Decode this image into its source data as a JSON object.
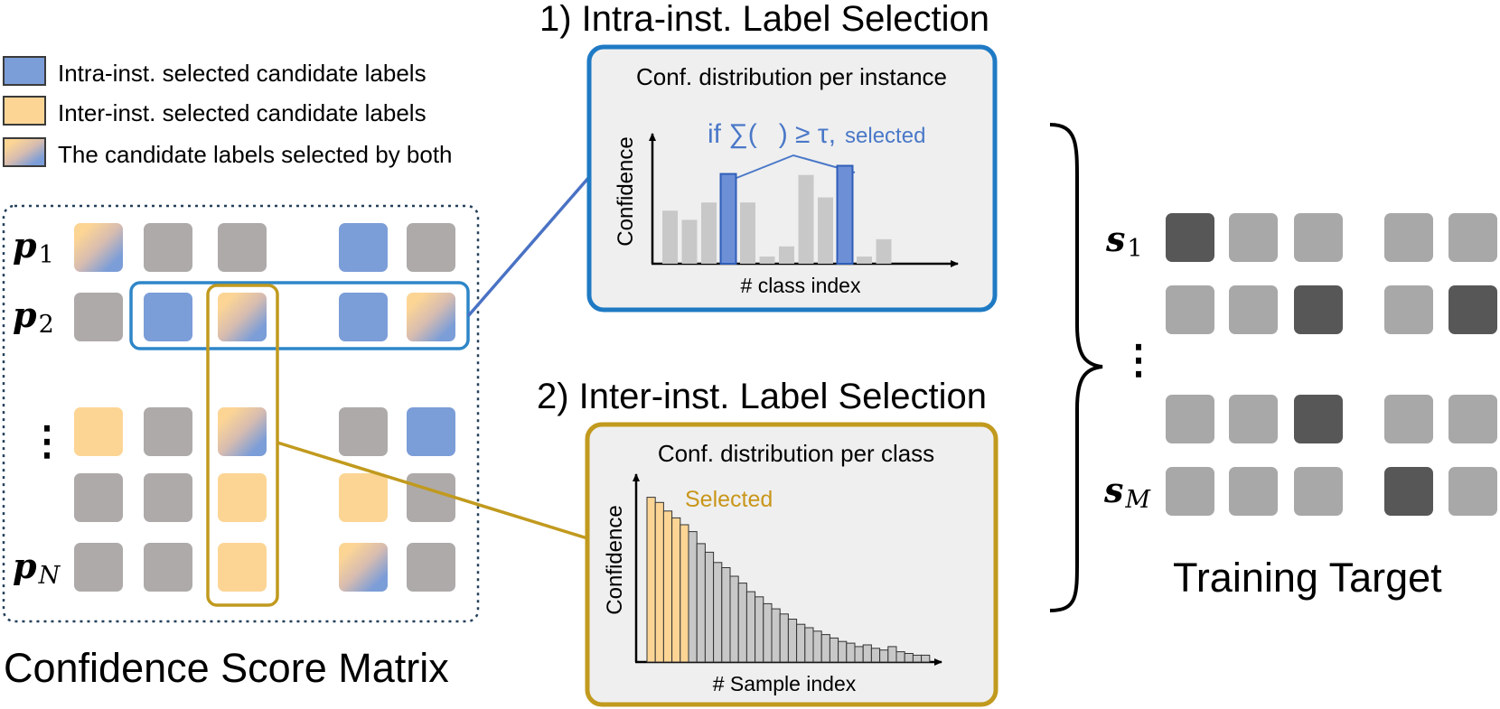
{
  "colors": {
    "blue": "#7b9dd8",
    "orange": "#fcd595",
    "gray": "#aeaaaa",
    "dark": "#575757",
    "light": "#a8a8a8",
    "blueFrame": "#2e86c8",
    "gold": "#c19a1e",
    "panelBg": "#efefef",
    "barGray": "#c8c8c8",
    "barBlue": "#6d8fd6",
    "selectedText": "#c9961a",
    "exprText": "#4a78c8"
  },
  "legend": [
    {
      "type": "blue",
      "label": "Intra-inst. selected candidate labels"
    },
    {
      "type": "orange",
      "label": "Inter-inst. selected candidate labels"
    },
    {
      "type": "mix",
      "label": "The candidate labels selected by both"
    }
  ],
  "matrix": {
    "title": "Confidence Score Matrix",
    "row_labels": [
      {
        "base": "p",
        "sub": "1"
      },
      {
        "base": "p",
        "sub": "2"
      },
      {
        "dots": "⋮"
      },
      {
        "base": "p",
        "sub": "N"
      }
    ],
    "cells": [
      [
        "mix",
        "gray",
        "gray",
        "blue",
        "gray"
      ],
      [
        "gray",
        "blue",
        "mix",
        "blue",
        "mix"
      ],
      [
        "orange",
        "gray",
        "mix",
        "gray",
        "blue"
      ],
      [
        "gray",
        "gray",
        "orange",
        "orange",
        "gray"
      ],
      [
        "gray",
        "gray",
        "orange",
        "mix",
        "gray"
      ]
    ]
  },
  "intra": {
    "heading": "1) Intra-inst. Label Selection",
    "panel_title": "Conf. distribution per instance",
    "expr_prefix": "if ∑(",
    "expr_suffix": ") ≥ τ,",
    "expr_selected": "selected",
    "ylabel": "Confidence",
    "xlabel": "# class index",
    "bars": [
      {
        "v": 0.52,
        "sel": false
      },
      {
        "v": 0.43,
        "sel": false
      },
      {
        "v": 0.6,
        "sel": false
      },
      {
        "v": 0.88,
        "sel": true
      },
      {
        "v": 0.6,
        "sel": false
      },
      {
        "v": 0.07,
        "sel": false
      },
      {
        "v": 0.17,
        "sel": false
      },
      {
        "v": 0.87,
        "sel": false
      },
      {
        "v": 0.65,
        "sel": false
      },
      {
        "v": 0.96,
        "sel": true
      },
      {
        "v": 0.07,
        "sel": false
      },
      {
        "v": 0.24,
        "sel": false
      }
    ]
  },
  "inter": {
    "heading": "2) Inter-inst. Label Selection",
    "panel_title": "Conf. distribution per class",
    "selected_label": "Selected",
    "ylabel": "Confidence",
    "xlabel": "# Sample index",
    "bars": [
      {
        "v": 0.96,
        "sel": true
      },
      {
        "v": 0.93,
        "sel": true
      },
      {
        "v": 0.88,
        "sel": true
      },
      {
        "v": 0.84,
        "sel": true
      },
      {
        "v": 0.8,
        "sel": true
      },
      {
        "v": 0.76,
        "sel": false
      },
      {
        "v": 0.69,
        "sel": false
      },
      {
        "v": 0.64,
        "sel": false
      },
      {
        "v": 0.58,
        "sel": false
      },
      {
        "v": 0.55,
        "sel": false
      },
      {
        "v": 0.5,
        "sel": false
      },
      {
        "v": 0.46,
        "sel": false
      },
      {
        "v": 0.41,
        "sel": false
      },
      {
        "v": 0.38,
        "sel": false
      },
      {
        "v": 0.34,
        "sel": false
      },
      {
        "v": 0.31,
        "sel": false
      },
      {
        "v": 0.28,
        "sel": false
      },
      {
        "v": 0.25,
        "sel": false
      },
      {
        "v": 0.22,
        "sel": false
      },
      {
        "v": 0.2,
        "sel": false
      },
      {
        "v": 0.18,
        "sel": false
      },
      {
        "v": 0.16,
        "sel": false
      },
      {
        "v": 0.14,
        "sel": false
      },
      {
        "v": 0.12,
        "sel": false
      },
      {
        "v": 0.11,
        "sel": false
      },
      {
        "v": 0.09,
        "sel": false
      },
      {
        "v": 0.1,
        "sel": false
      },
      {
        "v": 0.08,
        "sel": false
      },
      {
        "v": 0.07,
        "sel": false
      },
      {
        "v": 0.09,
        "sel": false
      },
      {
        "v": 0.06,
        "sel": false
      },
      {
        "v": 0.05,
        "sel": false
      },
      {
        "v": 0.04,
        "sel": false
      },
      {
        "v": 0.04,
        "sel": false
      }
    ]
  },
  "target": {
    "title": "Training Target",
    "row_labels": [
      {
        "base": "s",
        "sub": "1"
      },
      {
        "dots": "⋮"
      },
      {
        "base": "s",
        "sub": "M"
      }
    ],
    "cells": [
      [
        "dark",
        "light",
        "light",
        "light",
        "light"
      ],
      [
        "light",
        "light",
        "dark",
        "light",
        "dark"
      ],
      [
        "light",
        "light",
        "dark",
        "light",
        "light"
      ],
      [
        "light",
        "light",
        "light",
        "dark",
        "light"
      ]
    ]
  }
}
